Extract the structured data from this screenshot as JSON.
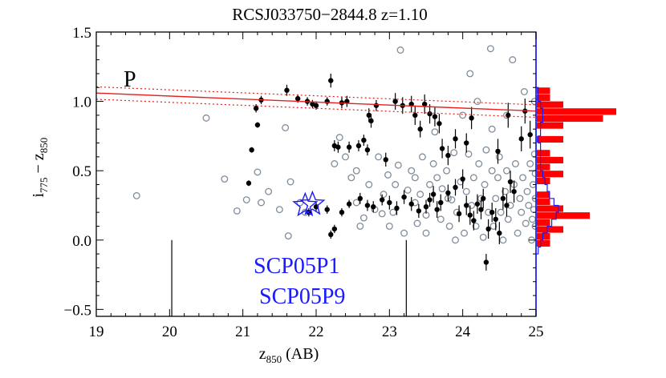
{
  "chart_data": {
    "type": "scatter",
    "title": "RCSJ033750−2844.8 z=1.10",
    "xlabel": {
      "main": "z",
      "sub": "850",
      "suffix": " (AB)"
    },
    "ylabel": {
      "main_a": "i",
      "sub_a": "775",
      "mid": " − z",
      "sub_b": "850"
    },
    "xlim": [
      19,
      25
    ],
    "ylim": [
      -0.55,
      1.5
    ],
    "x_ticks": [
      {
        "value": 19,
        "label": "19"
      },
      {
        "value": 20,
        "label": "20"
      },
      {
        "value": 21,
        "label": "21"
      },
      {
        "value": 22,
        "label": "22"
      },
      {
        "value": 23,
        "label": "23"
      },
      {
        "value": 24,
        "label": "24"
      },
      {
        "value": 25,
        "label": "25"
      }
    ],
    "y_ticks": [
      {
        "value": -0.5,
        "label": "−0.5"
      },
      {
        "value": 0.0,
        "label": "0.0"
      },
      {
        "value": 0.5,
        "label": "0.5"
      },
      {
        "value": 1.0,
        "label": "1.0"
      },
      {
        "value": 1.5,
        "label": "1.5"
      }
    ],
    "grid": false,
    "annotation_letter": "P",
    "red_sequence": {
      "x1": 19,
      "y1": 1.06,
      "x2": 25,
      "y2": 0.93,
      "scatter": 0.045,
      "color": "#e8201f"
    },
    "supernova_hosts": [
      {
        "label": "SCP05P1",
        "x": 21.85,
        "y": 0.25,
        "marker_x": 20.03,
        "marker_top": 0.0
      },
      {
        "label": "SCP05P9",
        "x": 21.95,
        "y": 0.26,
        "marker_x": 23.23,
        "marker_top": 0.0
      }
    ],
    "member_galaxies": [
      {
        "x": 21.08,
        "y": 0.41,
        "err": 0.02
      },
      {
        "x": 21.12,
        "y": 0.65,
        "err": 0.02
      },
      {
        "x": 21.18,
        "y": 0.95,
        "err": 0.03
      },
      {
        "x": 21.2,
        "y": 0.83,
        "err": 0.02
      },
      {
        "x": 21.25,
        "y": 1.01,
        "err": 0.03
      },
      {
        "x": 21.6,
        "y": 1.08,
        "err": 0.04
      },
      {
        "x": 21.75,
        "y": 1.02,
        "err": 0.03
      },
      {
        "x": 21.88,
        "y": 1.0,
        "err": 0.03
      },
      {
        "x": 21.95,
        "y": 0.98,
        "err": 0.03
      },
      {
        "x": 22.0,
        "y": 0.97,
        "err": 0.03
      },
      {
        "x": 22.15,
        "y": 1.0,
        "err": 0.03
      },
      {
        "x": 22.2,
        "y": 1.15,
        "err": 0.05
      },
      {
        "x": 22.25,
        "y": 0.68,
        "err": 0.04
      },
      {
        "x": 22.3,
        "y": 0.67,
        "err": 0.04
      },
      {
        "x": 22.35,
        "y": 0.99,
        "err": 0.04
      },
      {
        "x": 22.42,
        "y": 1.0,
        "err": 0.04
      },
      {
        "x": 22.45,
        "y": 0.67,
        "err": 0.04
      },
      {
        "x": 22.58,
        "y": 0.68,
        "err": 0.04
      },
      {
        "x": 22.65,
        "y": 0.72,
        "err": 0.04
      },
      {
        "x": 22.7,
        "y": 0.65,
        "err": 0.04
      },
      {
        "x": 22.75,
        "y": 0.86,
        "err": 0.05
      },
      {
        "x": 22.72,
        "y": 0.9,
        "err": 0.05
      },
      {
        "x": 22.82,
        "y": 0.97,
        "err": 0.04
      },
      {
        "x": 22.95,
        "y": 0.58,
        "err": 0.05
      },
      {
        "x": 23.08,
        "y": 1.0,
        "err": 0.06
      },
      {
        "x": 23.18,
        "y": 0.97,
        "err": 0.06
      },
      {
        "x": 23.3,
        "y": 0.98,
        "err": 0.06
      },
      {
        "x": 23.35,
        "y": 0.9,
        "err": 0.07
      },
      {
        "x": 23.42,
        "y": 0.8,
        "err": 0.06
      },
      {
        "x": 23.48,
        "y": 0.98,
        "err": 0.07
      },
      {
        "x": 23.55,
        "y": 0.91,
        "err": 0.07
      },
      {
        "x": 23.62,
        "y": 0.89,
        "err": 0.07
      },
      {
        "x": 23.68,
        "y": 0.84,
        "err": 0.07
      },
      {
        "x": 23.72,
        "y": 0.66,
        "err": 0.07
      },
      {
        "x": 23.8,
        "y": 0.61,
        "err": 0.07
      },
      {
        "x": 23.9,
        "y": 0.73,
        "err": 0.07
      },
      {
        "x": 24.05,
        "y": 0.7,
        "err": 0.07
      },
      {
        "x": 24.12,
        "y": 0.88,
        "err": 0.08
      },
      {
        "x": 24.48,
        "y": 0.64,
        "err": 0.09
      },
      {
        "x": 24.62,
        "y": 0.9,
        "err": 0.09
      },
      {
        "x": 24.8,
        "y": 0.73,
        "err": 0.09
      },
      {
        "x": 24.92,
        "y": 0.76,
        "err": 0.1
      },
      {
        "x": 24.85,
        "y": 0.93,
        "err": 0.09
      },
      {
        "x": 21.9,
        "y": 0.2,
        "err": 0.03
      },
      {
        "x": 22.0,
        "y": 0.24,
        "err": 0.03
      },
      {
        "x": 22.15,
        "y": 0.22,
        "err": 0.03
      },
      {
        "x": 22.2,
        "y": 0.04,
        "err": 0.03
      },
      {
        "x": 22.25,
        "y": 0.08,
        "err": 0.03
      },
      {
        "x": 22.35,
        "y": 0.2,
        "err": 0.03
      },
      {
        "x": 22.45,
        "y": 0.26,
        "err": 0.03
      },
      {
        "x": 22.6,
        "y": 0.3,
        "err": 0.04
      },
      {
        "x": 22.7,
        "y": 0.25,
        "err": 0.04
      },
      {
        "x": 22.78,
        "y": 0.24,
        "err": 0.04
      },
      {
        "x": 22.9,
        "y": 0.29,
        "err": 0.04
      },
      {
        "x": 23.0,
        "y": 0.27,
        "err": 0.05
      },
      {
        "x": 23.1,
        "y": 0.23,
        "err": 0.05
      },
      {
        "x": 23.2,
        "y": 0.31,
        "err": 0.05
      },
      {
        "x": 23.3,
        "y": 0.26,
        "err": 0.05
      },
      {
        "x": 23.4,
        "y": 0.21,
        "err": 0.05
      },
      {
        "x": 23.5,
        "y": 0.24,
        "err": 0.05
      },
      {
        "x": 23.55,
        "y": 0.29,
        "err": 0.05
      },
      {
        "x": 23.6,
        "y": 0.33,
        "err": 0.06
      },
      {
        "x": 23.65,
        "y": 0.22,
        "err": 0.06
      },
      {
        "x": 23.7,
        "y": 0.27,
        "err": 0.06
      },
      {
        "x": 23.8,
        "y": 0.34,
        "err": 0.06
      },
      {
        "x": 23.9,
        "y": 0.38,
        "err": 0.06
      },
      {
        "x": 23.95,
        "y": 0.19,
        "err": 0.06
      },
      {
        "x": 24.0,
        "y": 0.44,
        "err": 0.07
      },
      {
        "x": 24.05,
        "y": 0.25,
        "err": 0.07
      },
      {
        "x": 24.1,
        "y": 0.18,
        "err": 0.07
      },
      {
        "x": 24.15,
        "y": 0.14,
        "err": 0.07
      },
      {
        "x": 24.2,
        "y": 0.26,
        "err": 0.07
      },
      {
        "x": 24.25,
        "y": 0.22,
        "err": 0.07
      },
      {
        "x": 24.28,
        "y": 0.3,
        "err": 0.07
      },
      {
        "x": 24.32,
        "y": -0.16,
        "err": 0.06
      },
      {
        "x": 24.35,
        "y": 0.08,
        "err": 0.07
      },
      {
        "x": 24.4,
        "y": 0.2,
        "err": 0.07
      },
      {
        "x": 24.45,
        "y": 0.15,
        "err": 0.08
      },
      {
        "x": 24.5,
        "y": 0.05,
        "err": 0.08
      },
      {
        "x": 24.6,
        "y": 0.25,
        "err": 0.08
      },
      {
        "x": 24.65,
        "y": 0.42,
        "err": 0.08
      },
      {
        "x": 24.7,
        "y": 0.35,
        "err": 0.08
      },
      {
        "x": 24.55,
        "y": 0.3,
        "err": 0.08
      }
    ],
    "field_galaxies": [
      {
        "x": 19.55,
        "y": 0.32
      },
      {
        "x": 20.5,
        "y": 0.88
      },
      {
        "x": 20.75,
        "y": 0.44
      },
      {
        "x": 20.92,
        "y": 0.21
      },
      {
        "x": 21.05,
        "y": 0.29
      },
      {
        "x": 21.2,
        "y": 0.49
      },
      {
        "x": 21.25,
        "y": 0.27
      },
      {
        "x": 21.35,
        "y": 0.35
      },
      {
        "x": 21.5,
        "y": 0.22
      },
      {
        "x": 21.58,
        "y": 0.81
      },
      {
        "x": 21.65,
        "y": 0.42
      },
      {
        "x": 21.78,
        "y": 0.27
      },
      {
        "x": 21.85,
        "y": 0.2
      },
      {
        "x": 21.62,
        "y": 0.03
      },
      {
        "x": 22.25,
        "y": 0.55
      },
      {
        "x": 22.32,
        "y": 0.74
      },
      {
        "x": 22.4,
        "y": 0.6
      },
      {
        "x": 22.48,
        "y": 0.45
      },
      {
        "x": 22.55,
        "y": 0.5
      },
      {
        "x": 22.6,
        "y": 0.1
      },
      {
        "x": 22.72,
        "y": 0.4
      },
      {
        "x": 22.8,
        "y": 0.22
      },
      {
        "x": 22.85,
        "y": 0.6
      },
      {
        "x": 22.92,
        "y": 0.33
      },
      {
        "x": 22.98,
        "y": 0.47
      },
      {
        "x": 23.05,
        "y": 0.2
      },
      {
        "x": 23.08,
        "y": 0.4
      },
      {
        "x": 23.12,
        "y": 0.54
      },
      {
        "x": 23.15,
        "y": 1.37
      },
      {
        "x": 23.25,
        "y": 0.36
      },
      {
        "x": 23.3,
        "y": 0.5
      },
      {
        "x": 23.35,
        "y": 0.45
      },
      {
        "x": 23.38,
        "y": 0.12
      },
      {
        "x": 23.42,
        "y": 0.33
      },
      {
        "x": 23.45,
        "y": 0.6
      },
      {
        "x": 23.5,
        "y": 0.18
      },
      {
        "x": 23.55,
        "y": 0.4
      },
      {
        "x": 23.6,
        "y": 0.55
      },
      {
        "x": 23.65,
        "y": 0.45
      },
      {
        "x": 23.7,
        "y": 0.15
      },
      {
        "x": 23.72,
        "y": 0.37
      },
      {
        "x": 23.78,
        "y": 0.5
      },
      {
        "x": 23.82,
        "y": 0.1
      },
      {
        "x": 23.85,
        "y": 0.29
      },
      {
        "x": 23.88,
        "y": 0.63
      },
      {
        "x": 23.92,
        "y": 0.2
      },
      {
        "x": 23.97,
        "y": 0.42
      },
      {
        "x": 24.0,
        "y": 0.9
      },
      {
        "x": 24.02,
        "y": 0.05
      },
      {
        "x": 24.05,
        "y": 0.35
      },
      {
        "x": 24.08,
        "y": 0.62
      },
      {
        "x": 24.12,
        "y": 0.25
      },
      {
        "x": 24.15,
        "y": 0.45
      },
      {
        "x": 24.18,
        "y": 0.1
      },
      {
        "x": 24.2,
        "y": 1.0
      },
      {
        "x": 24.22,
        "y": 0.55
      },
      {
        "x": 24.25,
        "y": 0.3
      },
      {
        "x": 24.28,
        "y": 0.02
      },
      {
        "x": 24.3,
        "y": 0.4
      },
      {
        "x": 24.32,
        "y": 0.65
      },
      {
        "x": 24.35,
        "y": 0.2
      },
      {
        "x": 24.38,
        "y": 1.38
      },
      {
        "x": 24.4,
        "y": 0.5
      },
      {
        "x": 24.42,
        "y": 0.1
      },
      {
        "x": 24.45,
        "y": 0.3
      },
      {
        "x": 24.48,
        "y": 0.45
      },
      {
        "x": 24.5,
        "y": 0.6
      },
      {
        "x": 24.52,
        "y": 0.2
      },
      {
        "x": 24.55,
        "y": 0.0
      },
      {
        "x": 24.58,
        "y": 0.35
      },
      {
        "x": 24.6,
        "y": 0.5
      },
      {
        "x": 24.62,
        "y": 0.15
      },
      {
        "x": 24.65,
        "y": 0.25
      },
      {
        "x": 24.68,
        "y": 1.3
      },
      {
        "x": 24.7,
        "y": 0.4
      },
      {
        "x": 24.72,
        "y": 0.55
      },
      {
        "x": 24.75,
        "y": 0.05
      },
      {
        "x": 24.78,
        "y": 0.3
      },
      {
        "x": 24.8,
        "y": 0.2
      },
      {
        "x": 24.82,
        "y": 0.45
      },
      {
        "x": 24.84,
        "y": 1.07
      },
      {
        "x": 24.86,
        "y": 0.12
      },
      {
        "x": 24.88,
        "y": 0.35
      },
      {
        "x": 24.9,
        "y": 0.25
      },
      {
        "x": 24.92,
        "y": 0.55
      },
      {
        "x": 24.94,
        "y": 0.0
      },
      {
        "x": 24.95,
        "y": 0.15
      },
      {
        "x": 24.96,
        "y": 0.4
      },
      {
        "x": 24.97,
        "y": 0.22
      },
      {
        "x": 24.98,
        "y": 0.62
      },
      {
        "x": 24.98,
        "y": 1.0
      },
      {
        "x": 24.99,
        "y": 0.3
      },
      {
        "x": 24.99,
        "y": 0.1
      },
      {
        "x": 24.99,
        "y": 0.48
      },
      {
        "x": 23.2,
        "y": 0.05
      },
      {
        "x": 23.5,
        "y": 0.05
      },
      {
        "x": 23.9,
        "y": 0.0
      },
      {
        "x": 24.1,
        "y": 1.2
      },
      {
        "x": 23.62,
        "y": 0.78
      },
      {
        "x": 22.55,
        "y": 0.27
      },
      {
        "x": 22.65,
        "y": 0.16
      },
      {
        "x": 23.0,
        "y": 0.1
      },
      {
        "x": 23.35,
        "y": 0.27
      },
      {
        "x": 22.9,
        "y": 0.19
      },
      {
        "x": 23.8,
        "y": 0.3
      },
      {
        "x": 24.6,
        "y": 0.9
      },
      {
        "x": 24.4,
        "y": 0.8
      }
    ],
    "histogram_all": {
      "color": "#1a1aff",
      "bins": [
        {
          "y0": -0.1,
          "y1": -0.05,
          "count": 1
        },
        {
          "y0": -0.05,
          "y1": 0.0,
          "count": 2
        },
        {
          "y0": 0.0,
          "y1": 0.05,
          "count": 3
        },
        {
          "x": 0,
          "y0": 0.05,
          "y1": 0.1,
          "count": 5
        },
        {
          "y0": 0.1,
          "y1": 0.15,
          "count": 7
        },
        {
          "y0": 0.15,
          "y1": 0.2,
          "count": 9
        },
        {
          "y0": 0.2,
          "y1": 0.25,
          "count": 10
        },
        {
          "y0": 0.25,
          "y1": 0.3,
          "count": 8
        },
        {
          "y0": 0.3,
          "y1": 0.35,
          "count": 6
        },
        {
          "y0": 0.35,
          "y1": 0.4,
          "count": 5
        },
        {
          "y0": 0.4,
          "y1": 0.45,
          "count": 4
        },
        {
          "y0": 0.45,
          "y1": 0.5,
          "count": 3
        },
        {
          "y0": 0.5,
          "y1": 0.55,
          "count": 2
        },
        {
          "y0": 0.55,
          "y1": 0.6,
          "count": 2
        },
        {
          "y0": 0.6,
          "y1": 0.65,
          "count": 2
        },
        {
          "y0": 0.65,
          "y1": 0.7,
          "count": 2
        },
        {
          "y0": 0.7,
          "y1": 0.75,
          "count": 1
        },
        {
          "y0": 0.75,
          "y1": 0.8,
          "count": 2
        },
        {
          "y0": 0.8,
          "y1": 0.85,
          "count": 2
        },
        {
          "y0": 0.85,
          "y1": 0.9,
          "count": 3
        },
        {
          "y0": 0.9,
          "y1": 0.95,
          "count": 3
        },
        {
          "y0": 0.95,
          "y1": 1.0,
          "count": 2
        },
        {
          "y0": 1.0,
          "y1": 1.05,
          "count": 1
        },
        {
          "y0": 1.05,
          "y1": 1.1,
          "count": 1
        }
      ]
    },
    "histogram_members": {
      "color": "#ff0000",
      "bins": [
        {
          "y0": -0.05,
          "y1": 0.0,
          "count": 1
        },
        {
          "y0": 0.0,
          "y1": 0.05,
          "count": 1
        },
        {
          "y0": 0.05,
          "y1": 0.1,
          "count": 2
        },
        {
          "y0": 0.1,
          "y1": 0.15,
          "count": 1
        },
        {
          "y0": 0.15,
          "y1": 0.2,
          "count": 4
        },
        {
          "y0": 0.2,
          "y1": 0.25,
          "count": 2
        },
        {
          "y0": 0.25,
          "y1": 0.3,
          "count": 1
        },
        {
          "y0": 0.3,
          "y1": 0.35,
          "count": 1
        },
        {
          "y0": 0.4,
          "y1": 0.45,
          "count": 1
        },
        {
          "y0": 0.45,
          "y1": 0.5,
          "count": 2
        },
        {
          "y0": 0.5,
          "y1": 0.55,
          "count": 1
        },
        {
          "y0": 0.55,
          "y1": 0.6,
          "count": 2
        },
        {
          "y0": 0.6,
          "y1": 0.65,
          "count": 1
        },
        {
          "y0": 0.7,
          "y1": 0.75,
          "count": 2
        },
        {
          "y0": 0.8,
          "y1": 0.85,
          "count": 2
        },
        {
          "y0": 0.85,
          "y1": 0.9,
          "count": 5
        },
        {
          "y0": 0.9,
          "y1": 0.95,
          "count": 6
        },
        {
          "y0": 0.95,
          "y1": 1.0,
          "count": 2
        },
        {
          "y0": 1.0,
          "y1": 1.05,
          "count": 1
        },
        {
          "y0": 1.05,
          "y1": 1.1,
          "count": 1
        }
      ]
    },
    "colors": {
      "axis": "#000000",
      "member": "#000000",
      "field": "#7f8c9a",
      "star": "#1a1aff",
      "divider": "#1a1aff"
    }
  }
}
